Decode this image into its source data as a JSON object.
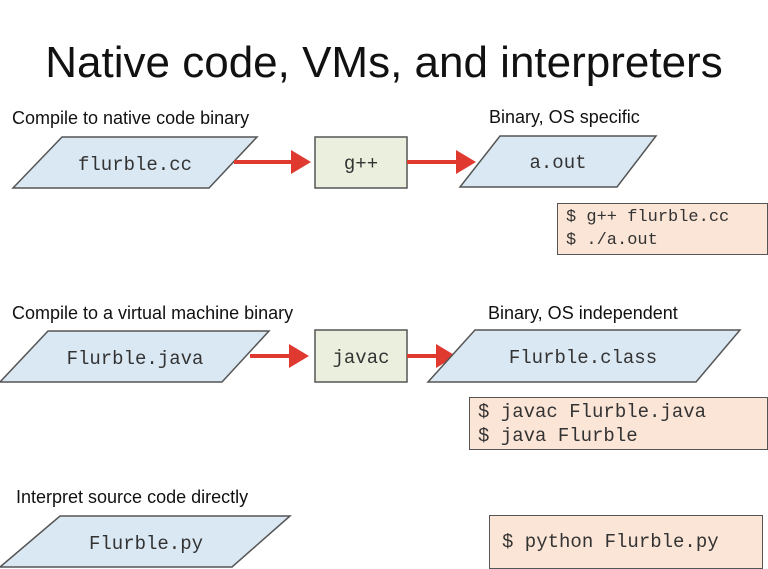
{
  "title": "Native code, VMs, and interpreters",
  "colors": {
    "data_fill": "#dae8f3",
    "process_fill": "#ebf0de",
    "command_fill": "#fbe5d6",
    "arrow": "#e03a30",
    "stroke": "#555555"
  },
  "rows": [
    {
      "heading": "Compile to native code binary",
      "source": "flurble.cc",
      "tool": "g++",
      "output_heading": "Binary, OS specific",
      "output": "a.out",
      "commands": [
        "$ g++ flurble.cc",
        "$ ./a.out"
      ]
    },
    {
      "heading": "Compile to a virtual machine binary",
      "source": "Flurble.java",
      "tool": "javac",
      "output_heading": "Binary, OS independent",
      "output": "Flurble.class",
      "commands": [
        "$ javac Flurble.java",
        "$ java Flurble"
      ]
    },
    {
      "heading": "Interpret source code directly",
      "source": "Flurble.py",
      "commands": [
        "$ python Flurble.py"
      ]
    }
  ]
}
